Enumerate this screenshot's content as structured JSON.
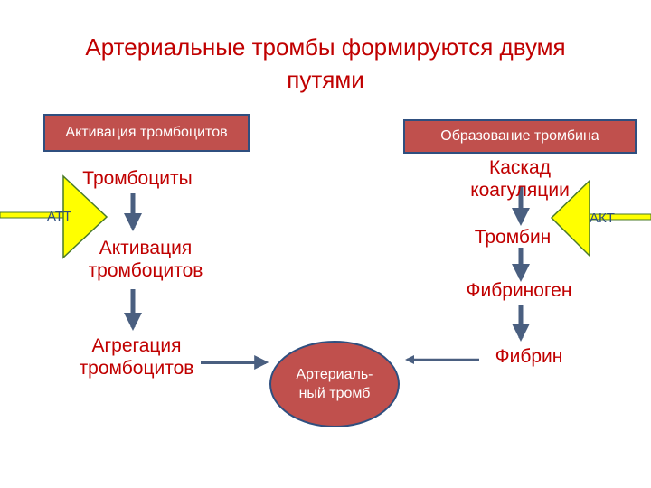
{
  "title": "Артериальные тромбы формируются двумя путями",
  "left_header": "Активация тромбоцитов",
  "right_header": "Образование тромбина",
  "left_steps": [
    "Тромбоциты",
    "Активация тромбоцитов",
    "Агрегация тромбоцитов"
  ],
  "right_steps": [
    "Каскад коагуляции",
    "Тромбин",
    "Фибриноген",
    "Фибрин"
  ],
  "center_node": "Артериаль-ный тромб",
  "left_inhibitor": "АТТ",
  "right_inhibitor": "АКТ",
  "colors": {
    "title_text": "#c00000",
    "box_fill": "#c0504d",
    "box_border": "#2f4f7f",
    "arrow": "#4a5f80",
    "triangle_fill": "#ffff00",
    "triangle_border": "#4a7a2a"
  }
}
